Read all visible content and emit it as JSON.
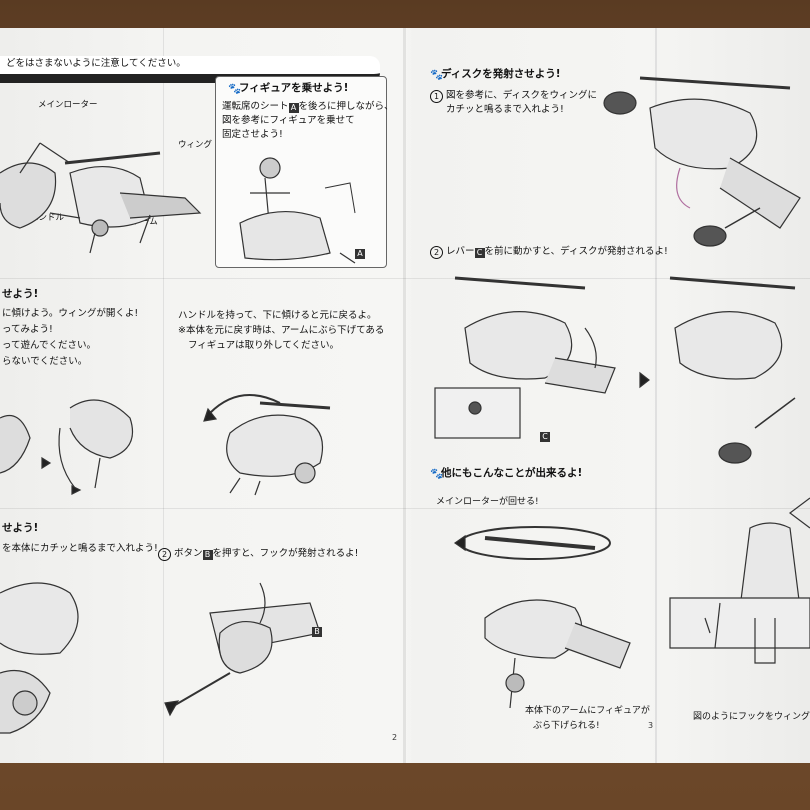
{
  "left": {
    "top_note": "どをはさまないように注意してください。",
    "parts": {
      "main_rotor": "メインローター",
      "wing": "ウィング",
      "handle": "ハンドル",
      "arm": "アーム"
    },
    "figure_section": {
      "heading": "フィギュアを乗せよう!",
      "text_line1": "運転席のシート",
      "text_line1_key": "A",
      "text_line1_rest": "を後ろに押しながら、",
      "text_line2": "図を参考にフィギュアを乗せて",
      "text_line3": "固定させよう!",
      "callout": "A"
    },
    "wing_section": {
      "heading": "せよう!",
      "line1": "に傾けよう。ウィングが開くよ!",
      "line2": "ってみよう!",
      "line3": "って遊んでください。",
      "line4": "らないでください。"
    },
    "handle_note": {
      "line1": "ハンドルを持って、下に傾けると元に戻るよ。",
      "line2": "※本体を元に戻す時は、アームにぶら下げてある",
      "line3": "フィギュアは取り外してください。"
    },
    "hook_section": {
      "heading": "せよう!",
      "line1": "を本体にカチッと鳴るまで入れよう!",
      "step2_num": "2",
      "step2_pre": "ボタン",
      "step2_key": "B",
      "step2_post": "を押すと、フックが発射されるよ!",
      "callout": "B"
    },
    "page_number": "2"
  },
  "right": {
    "disk_section": {
      "heading": "ディスクを発射させよう!",
      "step1_num": "1",
      "step1_line1": "図を参考に、ディスクをウィングに",
      "step1_line2": "カチッと鳴るまで入れよう!",
      "step2_num": "2",
      "step2_pre": "レバー",
      "step2_key": "C",
      "step2_post": "を前に動かすと、ディスクが発射されるよ!",
      "callout": "C"
    },
    "other_section": {
      "heading": "他にもこんなことが出来るよ!",
      "rotor_note": "メインローターが回せる!",
      "arm_note_line1": "本体下のアームにフィギュアが",
      "arm_note_line2": "ぶら下げられる!",
      "hook_note": "図のようにフックをウィングに収"
    },
    "page_number": "3"
  }
}
